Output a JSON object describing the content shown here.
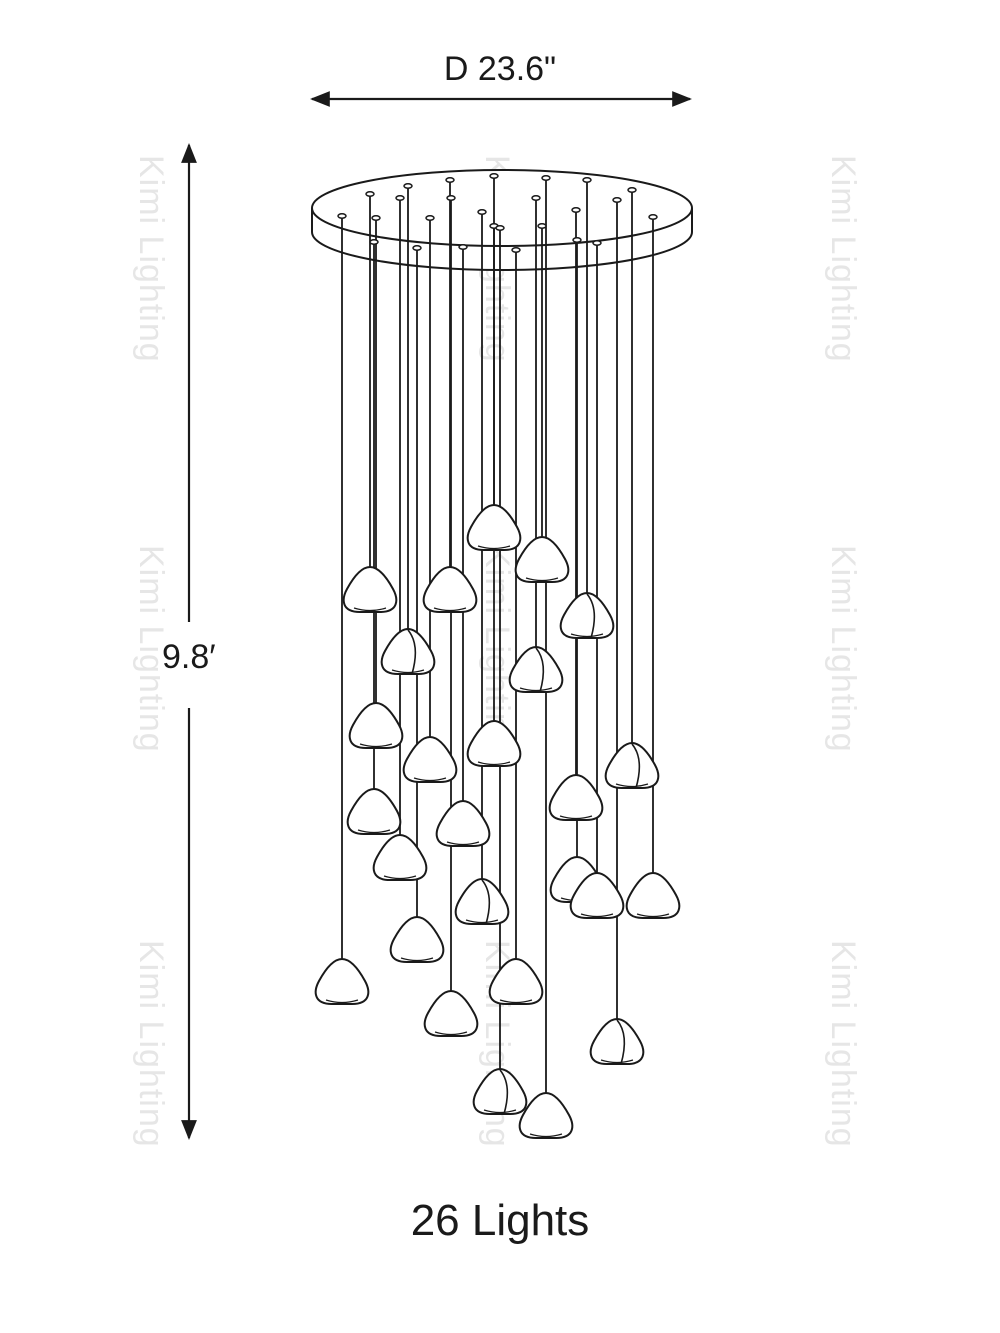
{
  "dimensions": {
    "diameter": "D 23.6\"",
    "height": "9.8′"
  },
  "caption": "26 Lights",
  "watermark": "Kimi Lighting",
  "colors": {
    "line": "#1a1a1a",
    "watermark": "#e6e6e6",
    "background": "#ffffff"
  }
}
